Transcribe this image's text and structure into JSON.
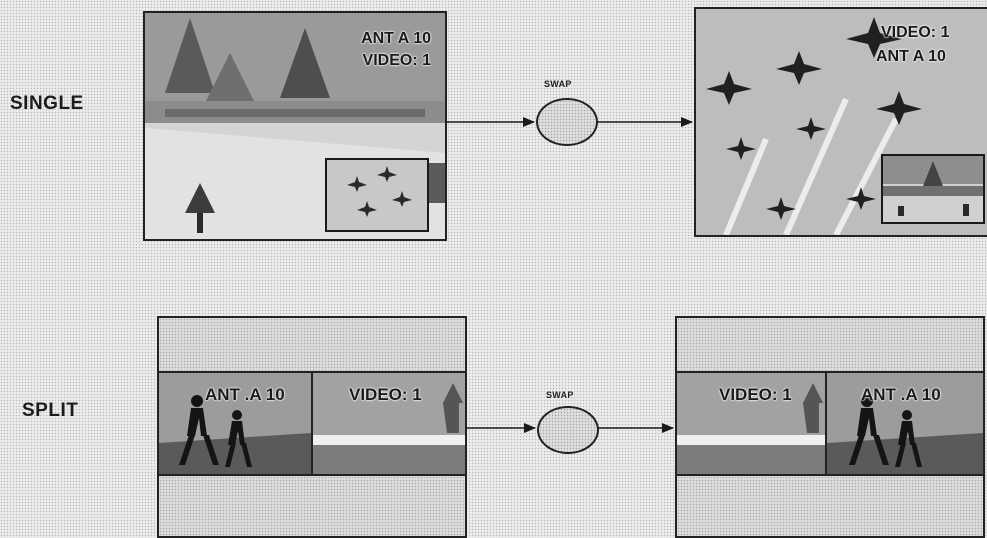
{
  "rows": {
    "single": {
      "label": "SINGLE",
      "before": {
        "line1": "ANT A 10",
        "line2": "VIDEO: 1"
      },
      "action": "SWAP",
      "after": {
        "line1": "VIDEO: 1",
        "line2": "ANT  A 10"
      }
    },
    "split": {
      "label": "SPLIT",
      "before": {
        "left": "ANT .A 10",
        "right": "VIDEO: 1"
      },
      "action": "SWAP",
      "after": {
        "left": "VIDEO: 1",
        "right": "ANT .A 10"
      }
    }
  }
}
